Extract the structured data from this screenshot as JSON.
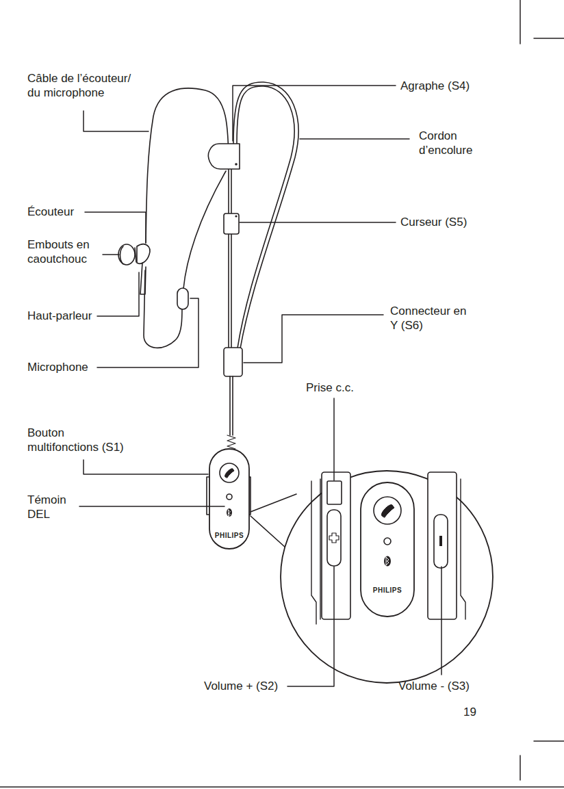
{
  "diagram": {
    "labels": [
      "Câble de l’écouteur/ du microphone",
      "Agraphe (S4)",
      "Cordon d’encolure",
      "Écouteur",
      "Embouts en caoutchouc",
      "Haut-parleur",
      "Microphone",
      "Curseur (S5)",
      "Connecteur en Y (S6)",
      "Prise c.c.",
      "Bouton multifonctions (S1)",
      "Témoin DEL",
      "PHILIPS",
      "PHILIPS",
      "Volume + (S2)",
      "Volume - (S3)",
      "19"
    ]
  }
}
